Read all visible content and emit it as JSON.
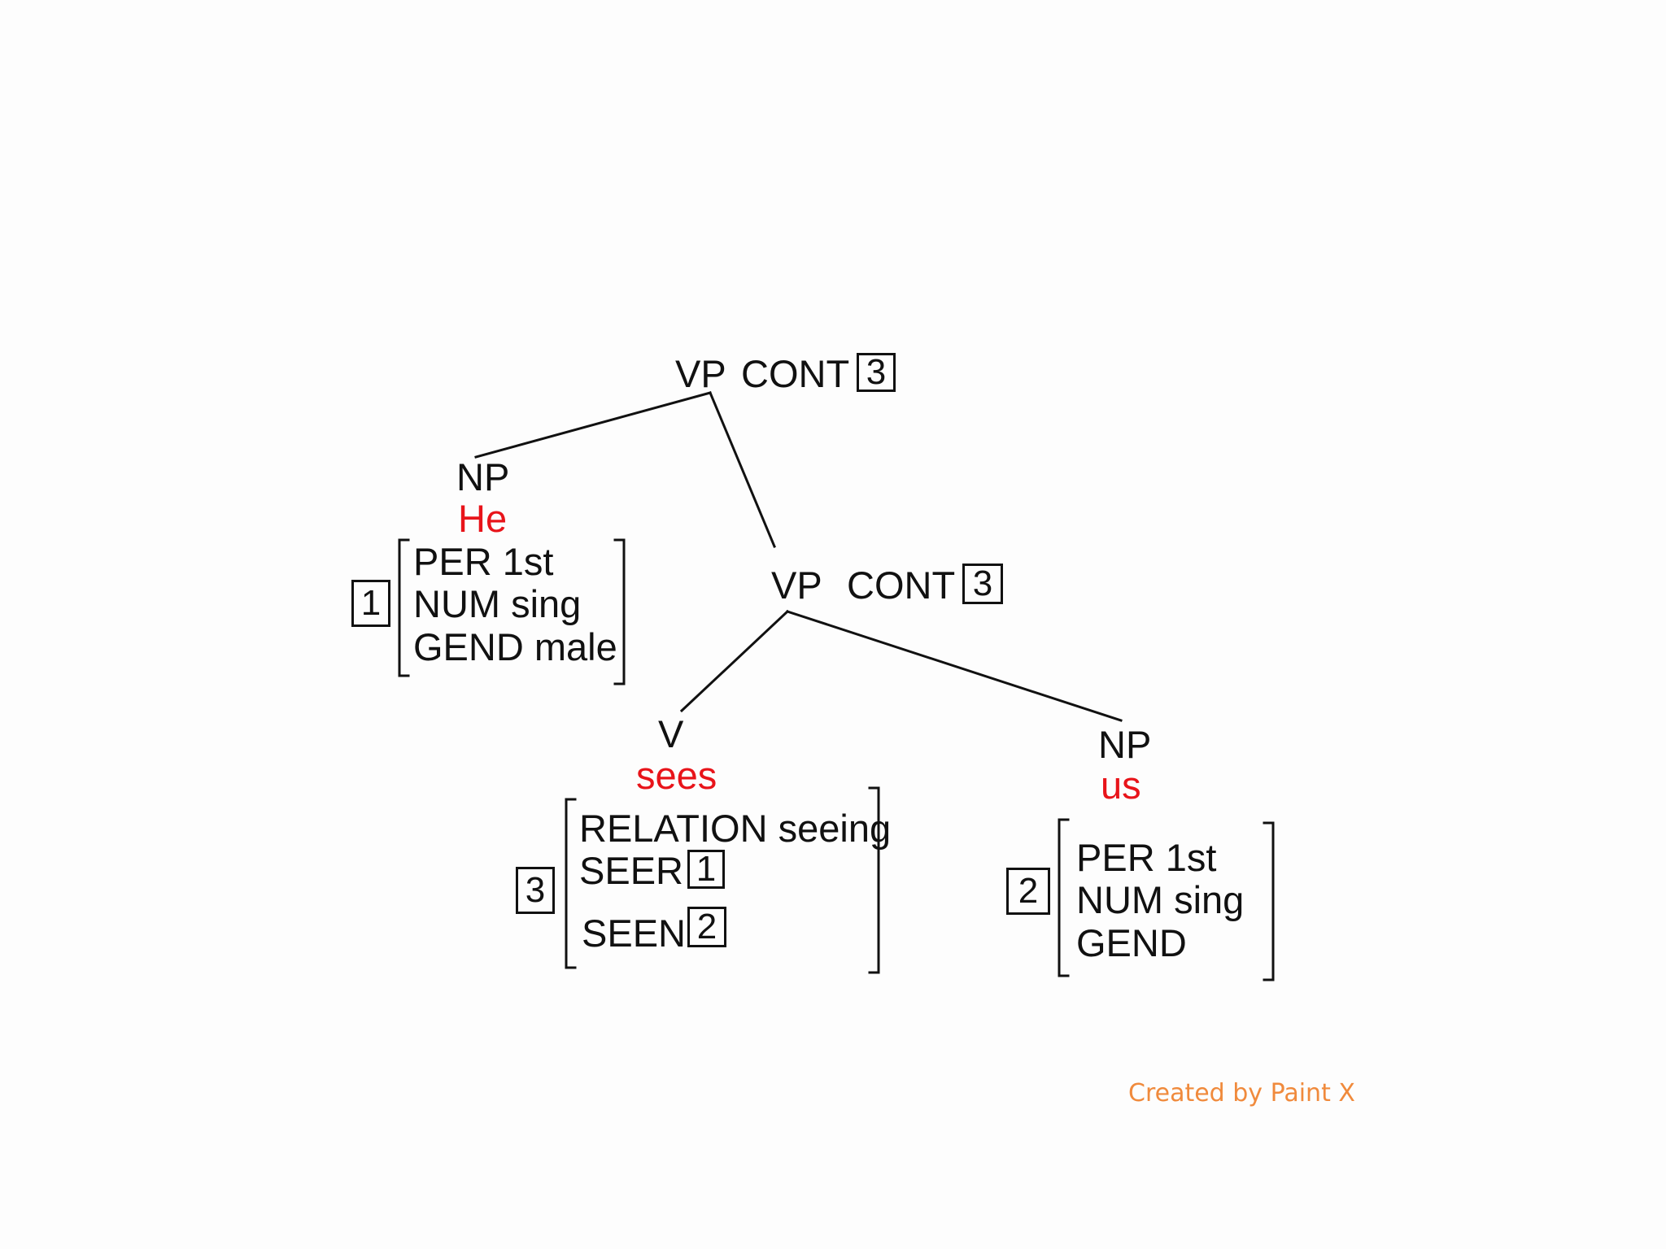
{
  "tree": {
    "root": {
      "category": "VP",
      "feature": "CONT",
      "tag": "3"
    },
    "subject": {
      "category": "NP",
      "word": "He",
      "tag": "1",
      "avm": [
        "PER 1st",
        "NUM sing",
        "GEND male"
      ]
    },
    "vp": {
      "category": "VP",
      "feature": "CONT",
      "tag": "3"
    },
    "verb": {
      "category": "V",
      "word": "sees",
      "tag": "3",
      "relation": "RELATION seeing",
      "seer_label": "SEER",
      "seer_tag": "1",
      "seen_label": "SEEN",
      "seen_tag": "2"
    },
    "object": {
      "category": "NP",
      "word": "us",
      "tag": "2",
      "avm": [
        "PER 1st",
        "NUM sing",
        "GEND"
      ]
    }
  },
  "credit": "Created by Paint X",
  "colors": {
    "word": "#e8141a",
    "credit": "#f08a3c",
    "ink": "#111111"
  }
}
